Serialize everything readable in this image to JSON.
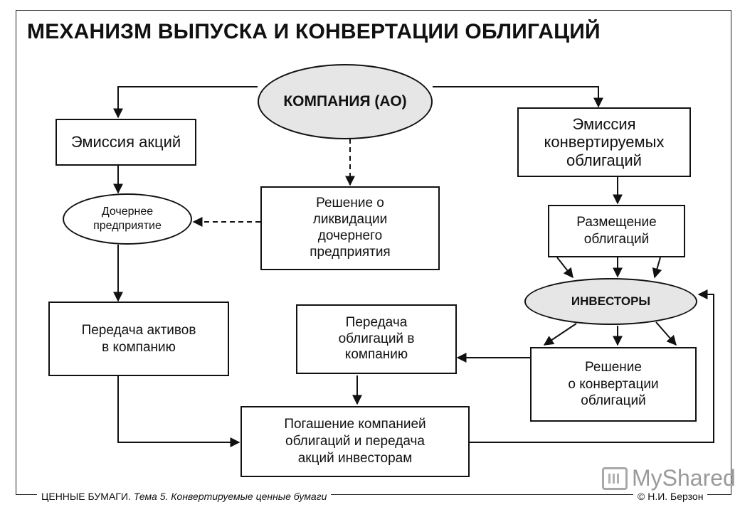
{
  "title": "МЕХАНИЗМ ВЫПУСКА И КОНВЕРТАЦИИ ОБЛИГАЦИЙ",
  "nodes": {
    "company": "КОМПАНИЯ (АО)",
    "share_issue": "Эмиссия акций",
    "convertible_issue": "Эмиссия\nконвертируемых\nоблигаций",
    "subsidiary": "Дочернее\nпредприятие",
    "liquidation_decision": "Решение о\nликвидации\nдочернего\nпредприятия",
    "bond_placement": "Размещение\nоблигаций",
    "investors": "ИНВЕСТОРЫ",
    "asset_transfer": "Передача активов\nв компанию",
    "bond_transfer": "Передача\nоблигаций в\nкомпанию",
    "conversion_decision": "Решение\nо конвертации\nоблигаций",
    "redemption": "Погашение компанией\nоблигаций и передача\nакций инвесторам"
  },
  "footer": {
    "left_plain": "ЦЕННЫЕ БУМАГИ.",
    "left_italic": "Тема 5. Конвертируемые ценные бумаги",
    "right": "© Н.И. Берзон"
  },
  "watermark": "MyShared",
  "colors": {
    "oval_fill": "#e6e6e6",
    "line": "#111111"
  }
}
